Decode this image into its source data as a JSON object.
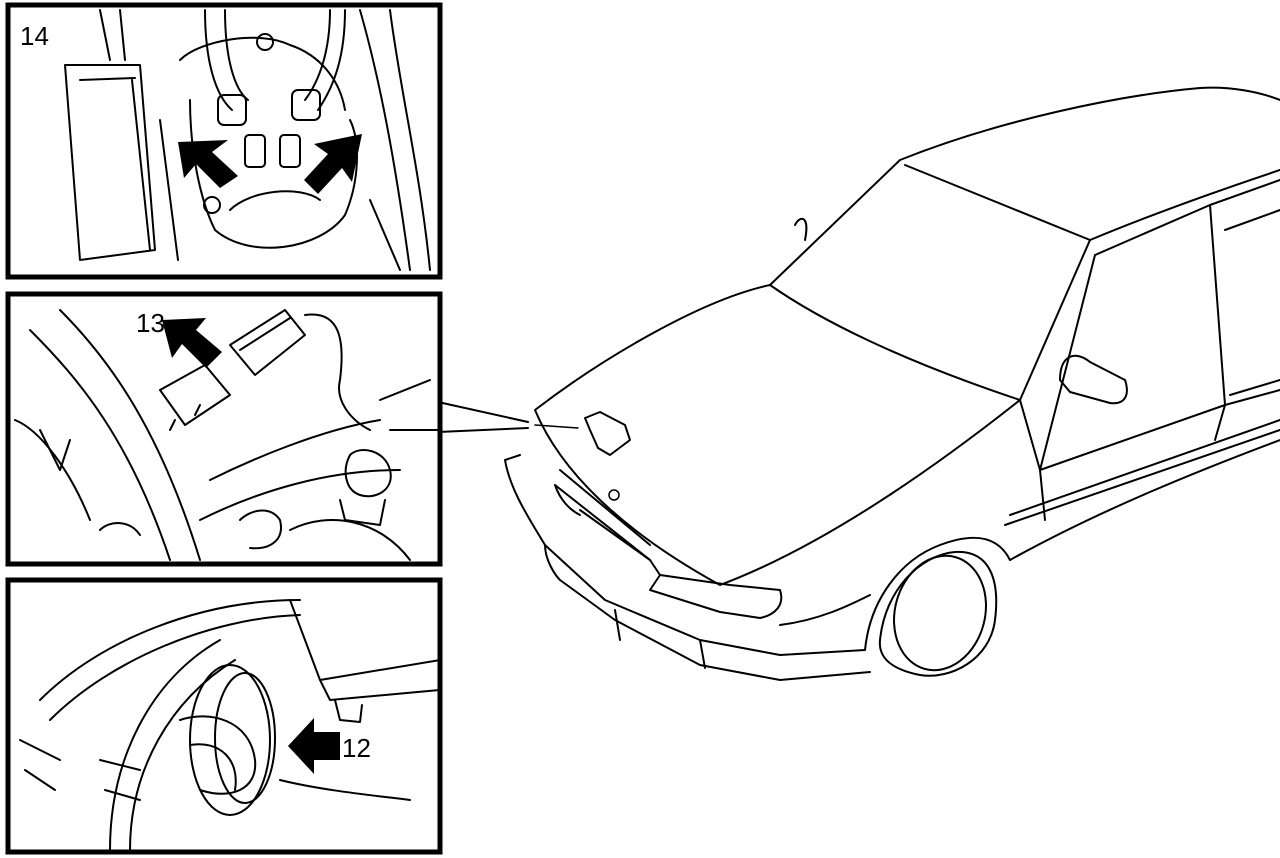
{
  "figure": {
    "callouts": {
      "top_panel": "14",
      "middle_panel": "13",
      "bottom_panel": "12"
    }
  }
}
